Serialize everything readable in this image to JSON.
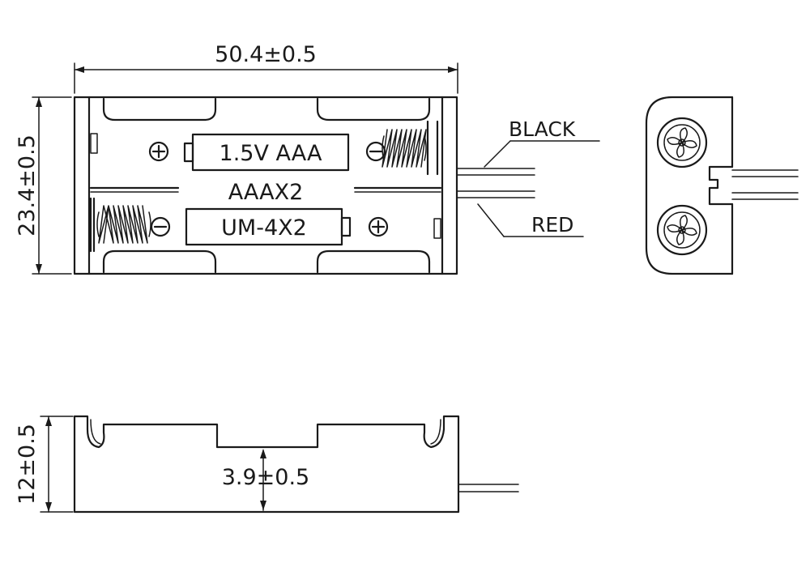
{
  "dimensions": {
    "length": "50.4±0.5",
    "width": "23.4±0.5",
    "height": "12±0.5",
    "depth": "3.9±0.5"
  },
  "labels": {
    "battery_top": "1.5V AAA",
    "center": "AAAX2",
    "battery_bottom": "UM-4X2",
    "wire_black": "BLACK",
    "wire_red": "RED"
  },
  "symbols": {
    "plus": "⊕",
    "minus": "⊖"
  }
}
